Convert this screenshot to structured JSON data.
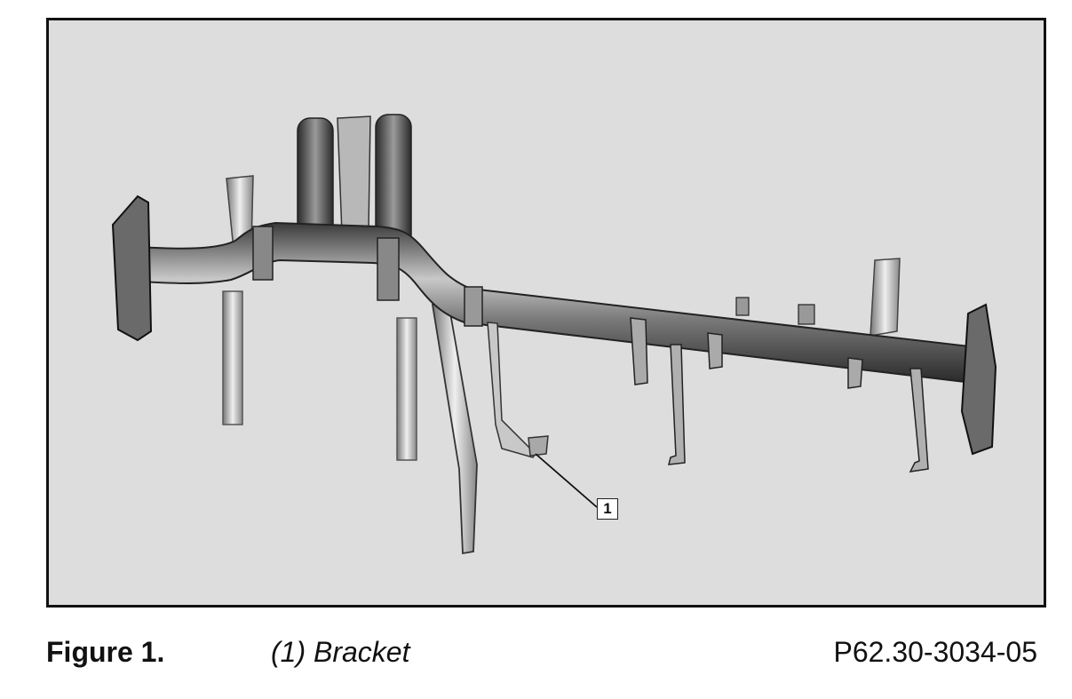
{
  "figure": {
    "callout_number": "1",
    "caption_label": "Figure 1.",
    "caption_text": "(1) Bracket",
    "reference_code": "P62.30-3034-05"
  },
  "colors": {
    "frame_background": "#dddddd",
    "frame_border": "#111111",
    "tube_dark": "#3a3a3a",
    "tube_light": "#c8c8c8"
  }
}
